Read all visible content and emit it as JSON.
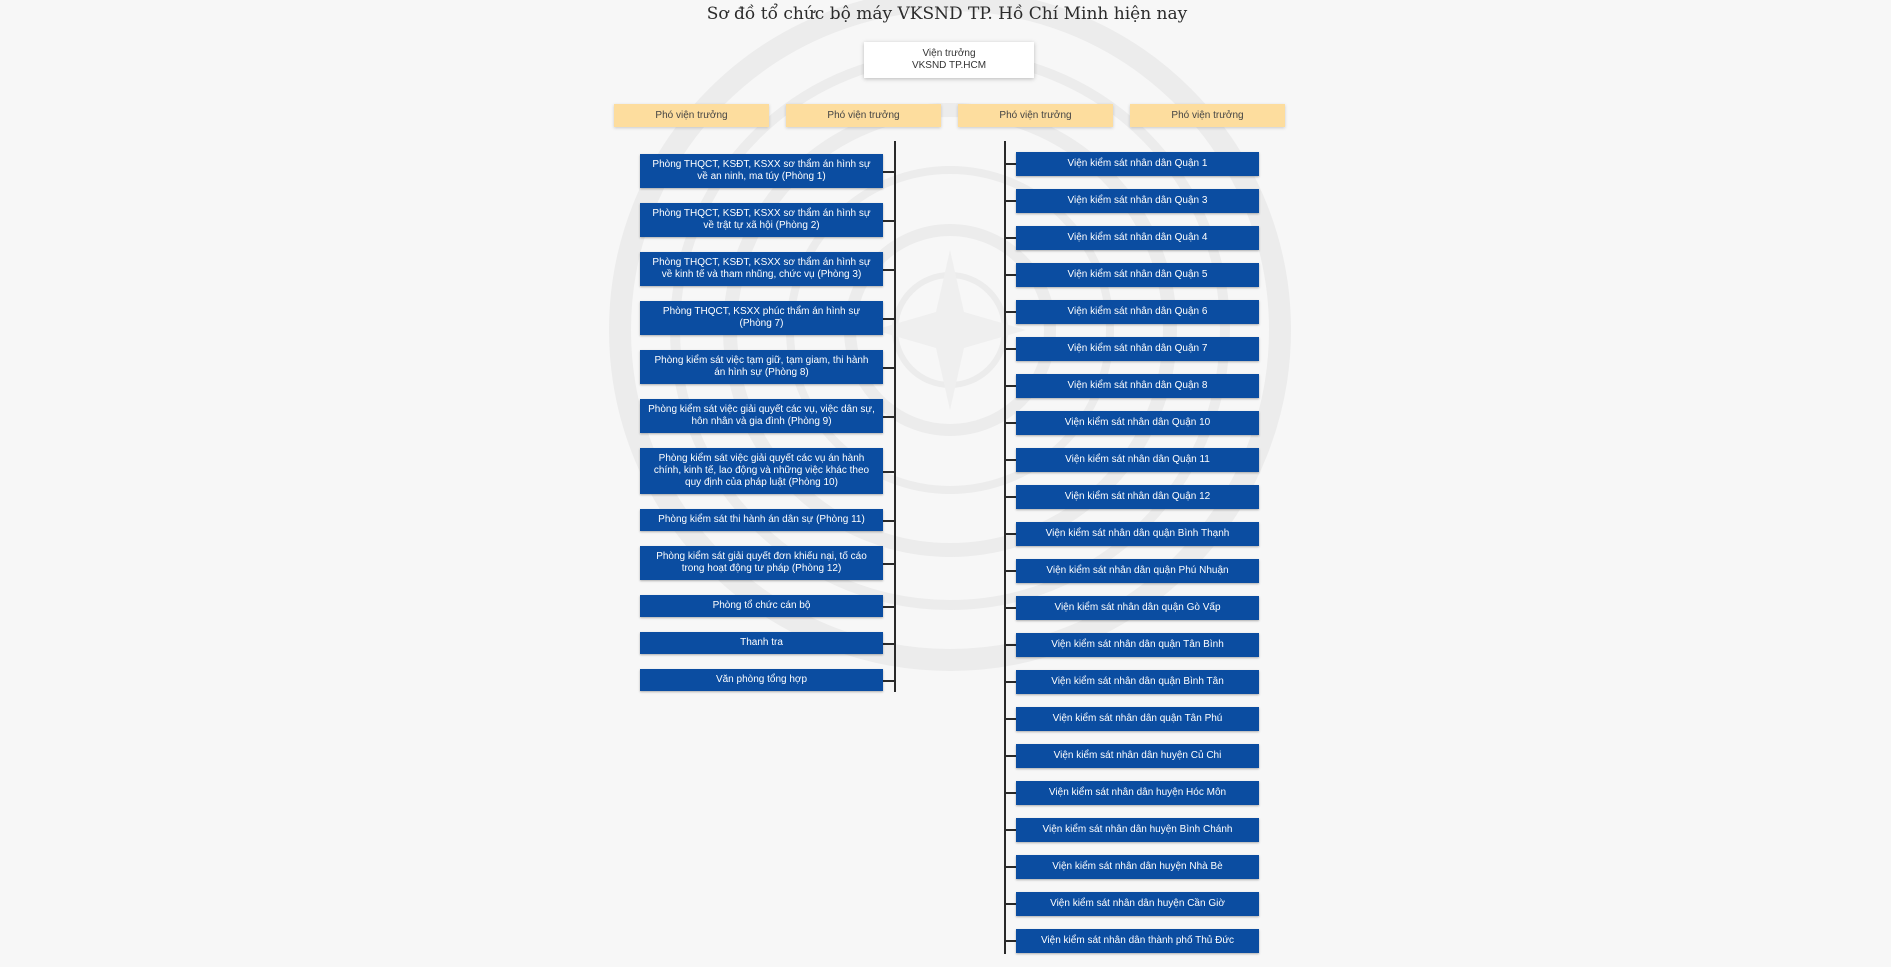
{
  "title": "Sơ đồ tổ chức bộ máy VKSND TP. Hồ Chí Minh hiện nay",
  "director": {
    "line1": "Viện trưởng",
    "line2": "VKSND TP.HCM"
  },
  "deputies": [
    "Phó viện trưởng",
    "Phó viện trưởng",
    "Phó viện trưởng",
    "Phó viện trưởng"
  ],
  "departments": [
    "Phòng THQCT, KSĐT, KSXX sơ thẩm án hình sự về an ninh, ma túy (Phòng 1)",
    "Phòng THQCT, KSĐT, KSXX sơ thẩm án hình sự về trật tự xã hội (Phòng 2)",
    "Phòng THQCT, KSĐT, KSXX sơ thẩm án hình sự về kinh tế và tham nhũng, chức vụ (Phòng 3)",
    "Phòng THQCT, KSXX phúc thẩm án hình sự (Phòng 7)",
    "Phòng kiểm sát việc tạm giữ, tạm giam, thi hành án hình sự (Phòng 8)",
    "Phòng kiểm sát việc giải quyết các vụ, việc dân sự, hôn nhân và gia đình (Phòng 9)",
    "Phòng kiểm sát việc giải quyết các vụ án hành chính, kinh tế, lao động và những việc khác theo quy định của pháp luật (Phòng 10)",
    "Phòng kiểm sát thi hành án dân sự (Phòng 11)",
    "Phòng kiểm sát giải quyết đơn khiếu nại, tố cáo trong hoạt động tư pháp (Phòng 12)",
    "Phòng tổ chức cán bộ",
    "Thanh tra",
    "Văn phòng tổng hợp"
  ],
  "district_units": [
    "Viện kiểm sát nhân dân Quận 1",
    "Viện kiểm sát nhân dân Quận 3",
    "Viện kiểm sát nhân dân Quận 4",
    "Viện kiểm sát nhân dân Quận 5",
    "Viện kiểm sát nhân dân Quận 6",
    "Viện kiểm sát nhân dân Quận 7",
    "Viện kiểm sát nhân dân Quận 8",
    "Viện kiểm sát nhân dân Quận 10",
    "Viện kiểm sát nhân dân Quận 11",
    "Viện kiểm sát nhân dân Quận 12",
    "Viện kiểm sát nhân dân quận Bình Thạnh",
    "Viện kiểm sát nhân dân quận Phú Nhuận",
    "Viện kiểm sát nhân dân quận Gò Vấp",
    "Viện kiểm sát nhân dân quận Tân Bình",
    "Viện kiểm sát nhân dân quận Bình Tân",
    "Viện kiểm sát nhân dân quận Tân Phú",
    "Viện kiểm sát nhân dân huyện Củ Chi",
    "Viện kiểm sát nhân dân huyện Hóc Môn",
    "Viện kiểm sát nhân dân huyện Bình Chánh",
    "Viện kiểm sát nhân dân huyện Nhà Bè",
    "Viện kiểm sát nhân dân huyện Cần Giờ",
    "Viện kiểm sát nhân dân thành phố Thủ Đức"
  ],
  "colors": {
    "background": "#f7f7f7",
    "box_blue": "#0b4da1",
    "deputy_yellow": "#fddd9e",
    "connector": "#2a2a2a"
  }
}
